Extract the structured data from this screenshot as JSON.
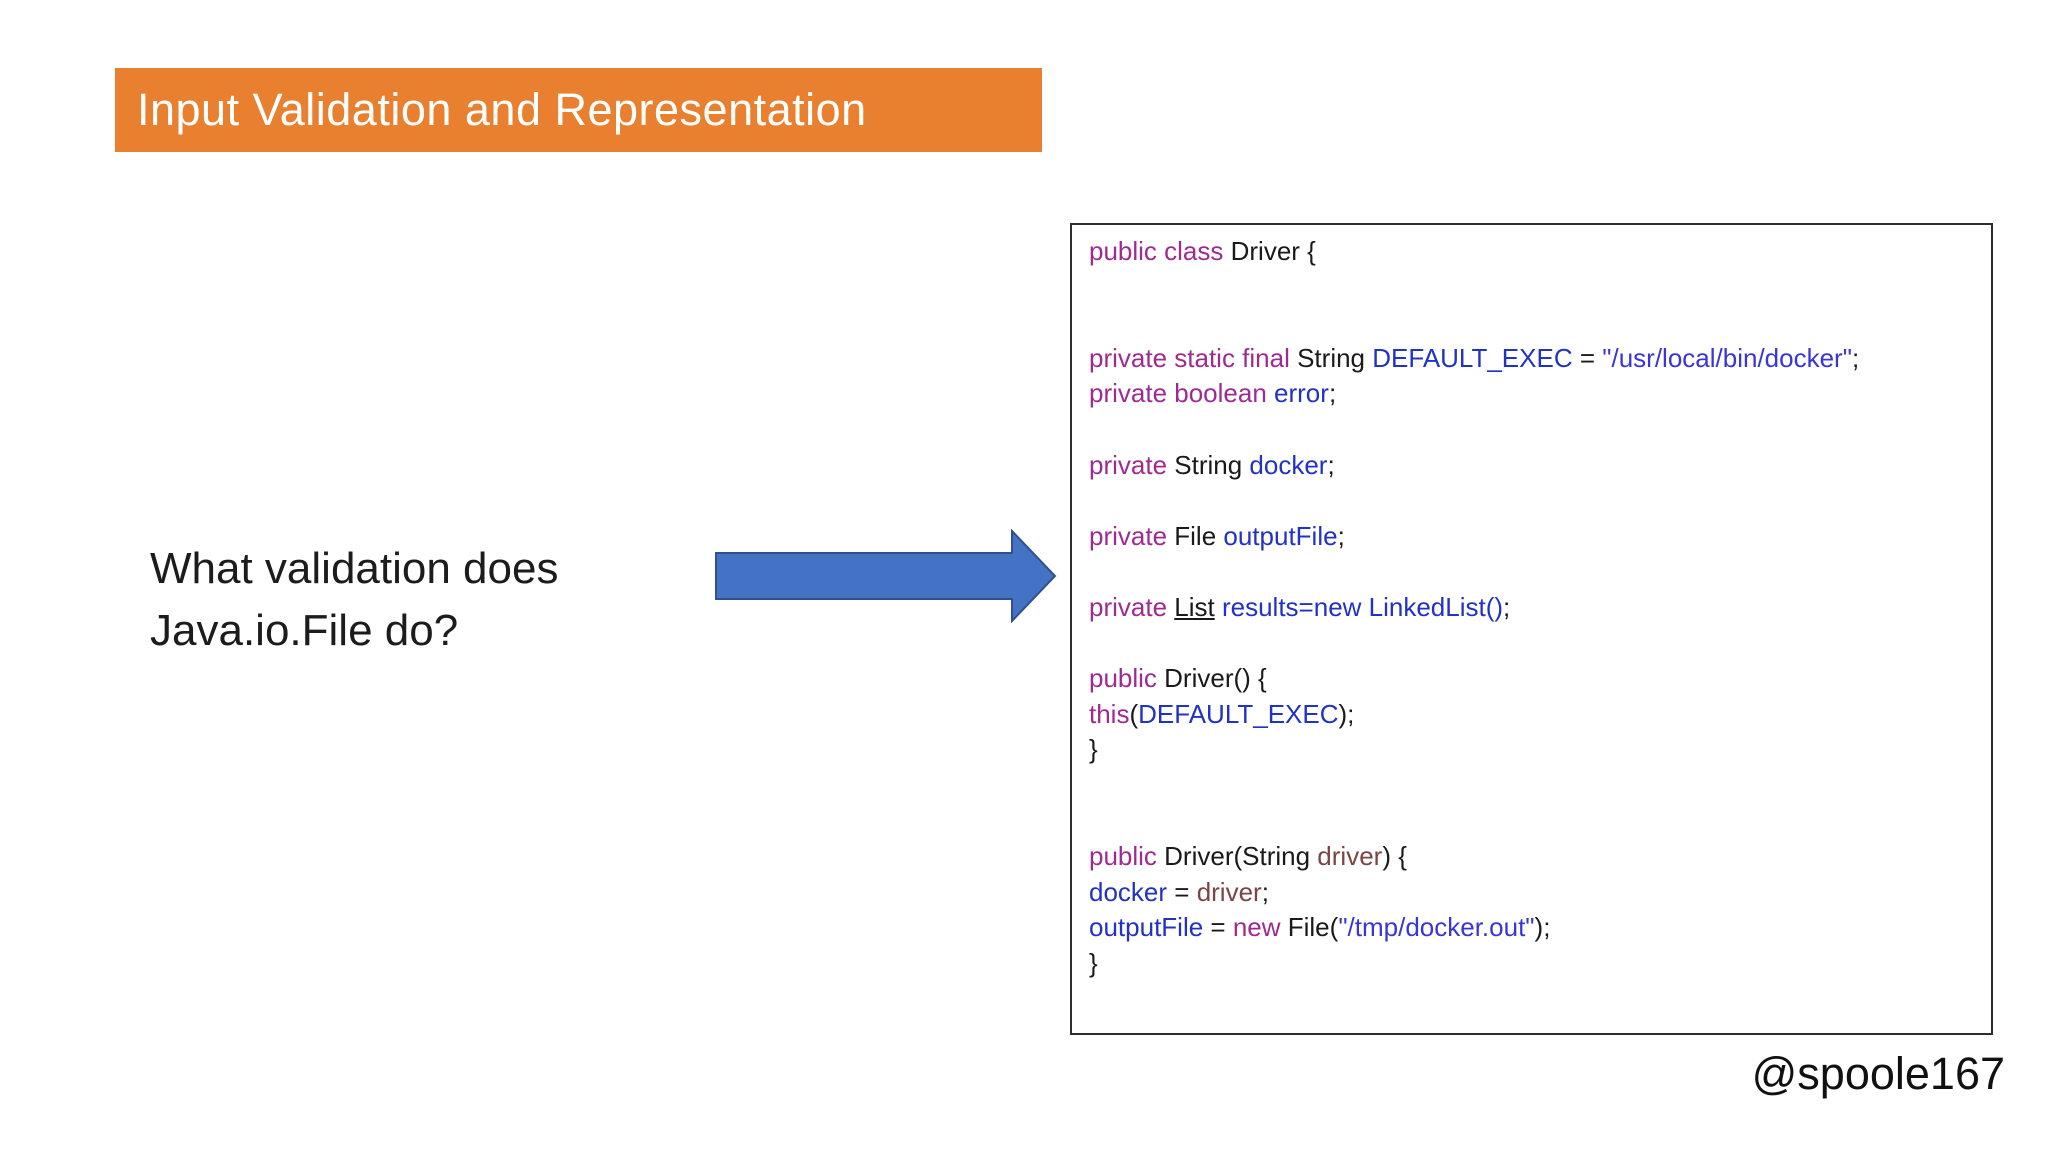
{
  "banner": {
    "title": "Input Validation and Representation",
    "background": "#E8802F",
    "text_color": "#FFFFFF"
  },
  "question": {
    "line1": "What validation does",
    "line2": "Java.io.File do?"
  },
  "arrow": {
    "fill": "#4472C4",
    "border": "#2F528F"
  },
  "footer": {
    "handle": "@spoole167"
  },
  "colors": {
    "keyword": "#9E2B90",
    "plain": "#1A1A1A",
    "identifier": "#2132C4",
    "string": "#3936D6",
    "parameter": "#7A4545"
  },
  "code": {
    "lines": [
      {
        "segments": [
          {
            "text": "public class ",
            "color": "keyword"
          },
          {
            "text": "Driver {",
            "color": "plain"
          }
        ]
      },
      {
        "segments": []
      },
      {
        "segments": []
      },
      {
        "segments": [
          {
            "text": "private static final ",
            "color": "keyword"
          },
          {
            "text": "String ",
            "color": "plain"
          },
          {
            "text": "DEFAULT_EXEC",
            "color": "identifier"
          },
          {
            "text": " = ",
            "color": "plain"
          },
          {
            "text": "\"/usr/local/bin/docker\"",
            "color": "string"
          },
          {
            "text": ";",
            "color": "plain"
          }
        ]
      },
      {
        "segments": [
          {
            "text": "private boolean ",
            "color": "keyword"
          },
          {
            "text": "error",
            "color": "identifier"
          },
          {
            "text": ";",
            "color": "plain"
          }
        ]
      },
      {
        "segments": []
      },
      {
        "segments": [
          {
            "text": "private ",
            "color": "keyword"
          },
          {
            "text": "String ",
            "color": "plain"
          },
          {
            "text": "docker",
            "color": "identifier"
          },
          {
            "text": ";",
            "color": "plain"
          }
        ]
      },
      {
        "segments": []
      },
      {
        "segments": [
          {
            "text": "private ",
            "color": "keyword"
          },
          {
            "text": "File ",
            "color": "plain"
          },
          {
            "text": "outputFile",
            "color": "identifier"
          },
          {
            "text": ";",
            "color": "plain"
          }
        ]
      },
      {
        "segments": []
      },
      {
        "segments": [
          {
            "text": "private ",
            "color": "keyword"
          },
          {
            "text": "List",
            "color": "plain",
            "underline": true
          },
          {
            "text": " ",
            "color": "plain"
          },
          {
            "text": "results=new LinkedList()",
            "color": "identifier"
          },
          {
            "text": ";",
            "color": "plain"
          }
        ]
      },
      {
        "segments": []
      },
      {
        "segments": [
          {
            "text": "public ",
            "color": "keyword"
          },
          {
            "text": "Driver() {",
            "color": "plain"
          }
        ]
      },
      {
        "segments": [
          {
            "text": "this",
            "color": "keyword"
          },
          {
            "text": "(",
            "color": "plain"
          },
          {
            "text": "DEFAULT_EXEC",
            "color": "identifier"
          },
          {
            "text": ");",
            "color": "plain"
          }
        ]
      },
      {
        "segments": [
          {
            "text": "}",
            "color": "plain"
          }
        ]
      },
      {
        "segments": []
      },
      {
        "segments": []
      },
      {
        "segments": [
          {
            "text": "public ",
            "color": "keyword"
          },
          {
            "text": "Driver(String ",
            "color": "plain"
          },
          {
            "text": "driver",
            "color": "parameter"
          },
          {
            "text": ") {",
            "color": "plain"
          }
        ]
      },
      {
        "segments": [
          {
            "text": "docker",
            "color": "identifier"
          },
          {
            "text": " = ",
            "color": "plain"
          },
          {
            "text": "driver",
            "color": "parameter"
          },
          {
            "text": ";",
            "color": "plain"
          }
        ]
      },
      {
        "segments": [
          {
            "text": "outputFile",
            "color": "identifier"
          },
          {
            "text": " = ",
            "color": "plain"
          },
          {
            "text": "new ",
            "color": "keyword"
          },
          {
            "text": "File(",
            "color": "plain"
          },
          {
            "text": "\"/tmp/docker.out\"",
            "color": "string"
          },
          {
            "text": ");",
            "color": "plain"
          }
        ]
      },
      {
        "segments": [
          {
            "text": "}",
            "color": "plain"
          }
        ]
      }
    ]
  }
}
